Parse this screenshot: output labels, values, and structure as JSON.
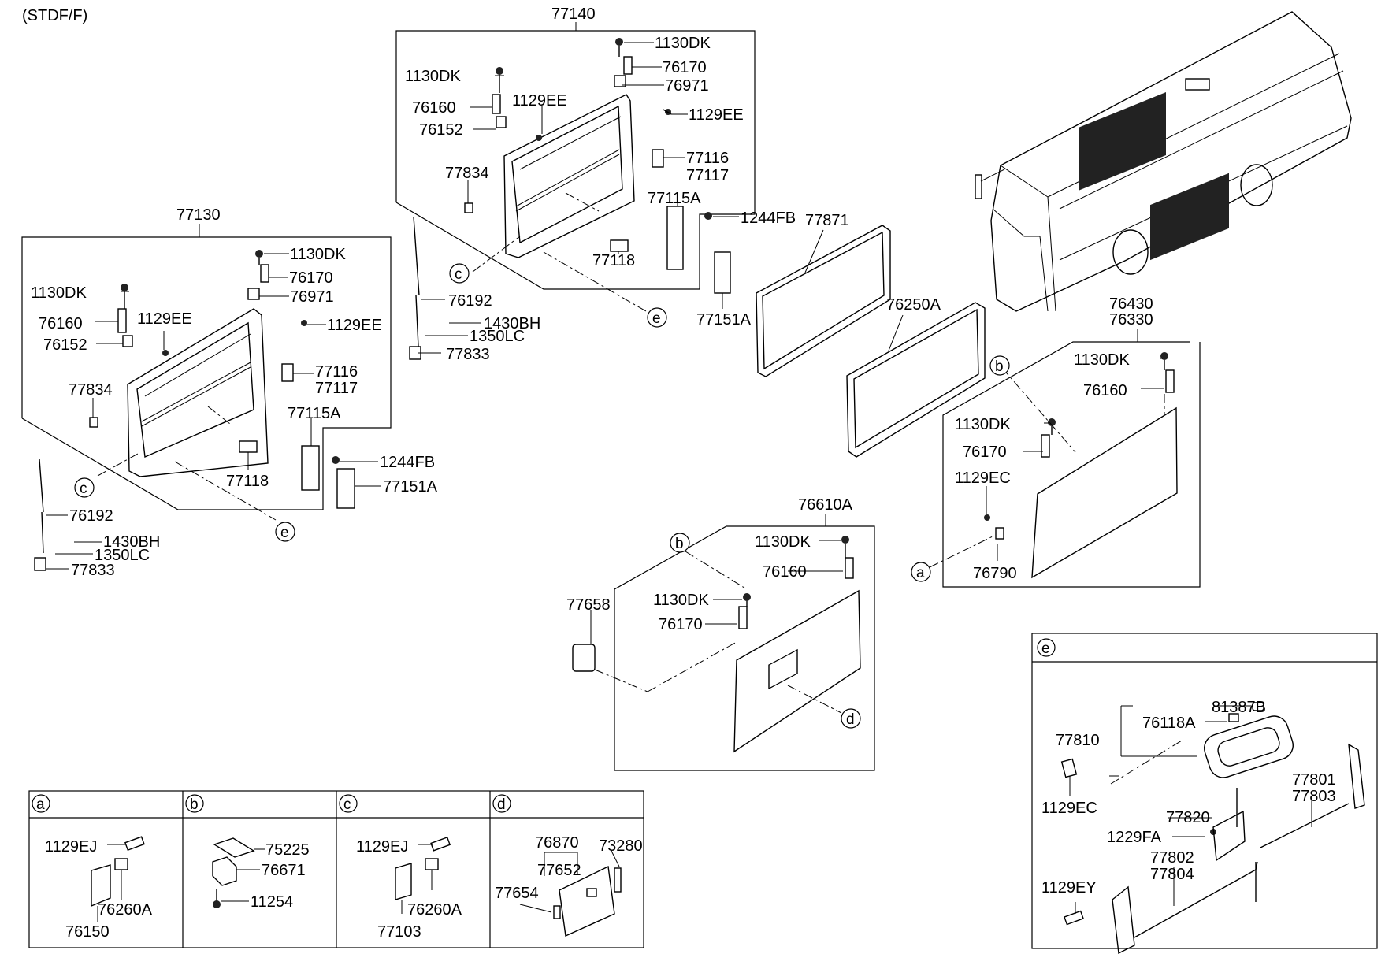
{
  "header": {
    "variant": "(STDF/F)"
  },
  "groups": {
    "g77140": "77140",
    "g77130": "77130",
    "g77871": "77871",
    "g76250A": "76250A",
    "g76430": "76430",
    "g76330": "76330",
    "g76610A": "76610A"
  },
  "door77140": {
    "p1130DK_a": "1130DK",
    "p76170": "76170",
    "p76971": "76971",
    "p1129EE_r": "1129EE",
    "p1130DK_b": "1130DK",
    "p76160": "76160",
    "p1129EE_l": "1129EE",
    "p76152": "76152",
    "p77116": "77116",
    "p77117": "77117",
    "p77834": "77834",
    "p77115A": "77115A",
    "p1244FB": "1244FB",
    "p77118": "77118",
    "p76192": "76192",
    "p77151A": "77151A",
    "p1430BH": "1430BH",
    "p1350LC": "1350LC",
    "p77833": "77833"
  },
  "door77130": {
    "p1130DK_a": "1130DK",
    "p76170": "76170",
    "p1130DK_b": "1130DK",
    "p76971": "76971",
    "p76160": "76160",
    "p1129EE_l": "1129EE",
    "p1129EE_r": "1129EE",
    "p76152": "76152",
    "p77116": "77116",
    "p77117": "77117",
    "p77834": "77834",
    "p77115A": "77115A",
    "p1244FB": "1244FB",
    "p77118": "77118",
    "p77151A": "77151A",
    "p76192": "76192",
    "p1430BH": "1430BH",
    "p1350LC": "1350LC",
    "p77833": "77833"
  },
  "panel76430": {
    "p1130DK_a": "1130DK",
    "p76160": "76160",
    "p1130DK_b": "1130DK",
    "p76170": "76170",
    "p1129EC": "1129EC",
    "p76790": "76790"
  },
  "panel76610A": {
    "p1130DK_a": "1130DK",
    "p76160": "76160",
    "p77658": "77658",
    "p1130DK_b": "1130DK",
    "p76170": "76170"
  },
  "callouts": {
    "a": "a",
    "b": "b",
    "c": "c",
    "d": "d",
    "e": "e"
  },
  "detail_a": {
    "p1129EJ": "1129EJ",
    "p76260A": "76260A",
    "p76150": "76150"
  },
  "detail_b": {
    "p75225": "75225",
    "p76671": "76671",
    "p11254": "11254"
  },
  "detail_c": {
    "p1129EJ": "1129EJ",
    "p76260A": "76260A",
    "p77103": "77103"
  },
  "detail_d": {
    "p76870": "76870",
    "p73280": "73280",
    "p77652": "77652",
    "p77654": "77654"
  },
  "detail_e": {
    "p81387B": "81387B",
    "p76118A": "76118A",
    "p77810": "77810",
    "p77801": "77801",
    "p77803": "77803",
    "p1129EC": "1129EC",
    "p77820": "77820",
    "p1229FA": "1229FA",
    "p77802": "77802",
    "p77804": "77804",
    "p1129EY": "1129EY"
  },
  "icons": [
    "bus-illustration-icon",
    "bolt-icon",
    "hinge-icon",
    "gas-strut-icon",
    "door-panel-icon",
    "handle-icon"
  ]
}
